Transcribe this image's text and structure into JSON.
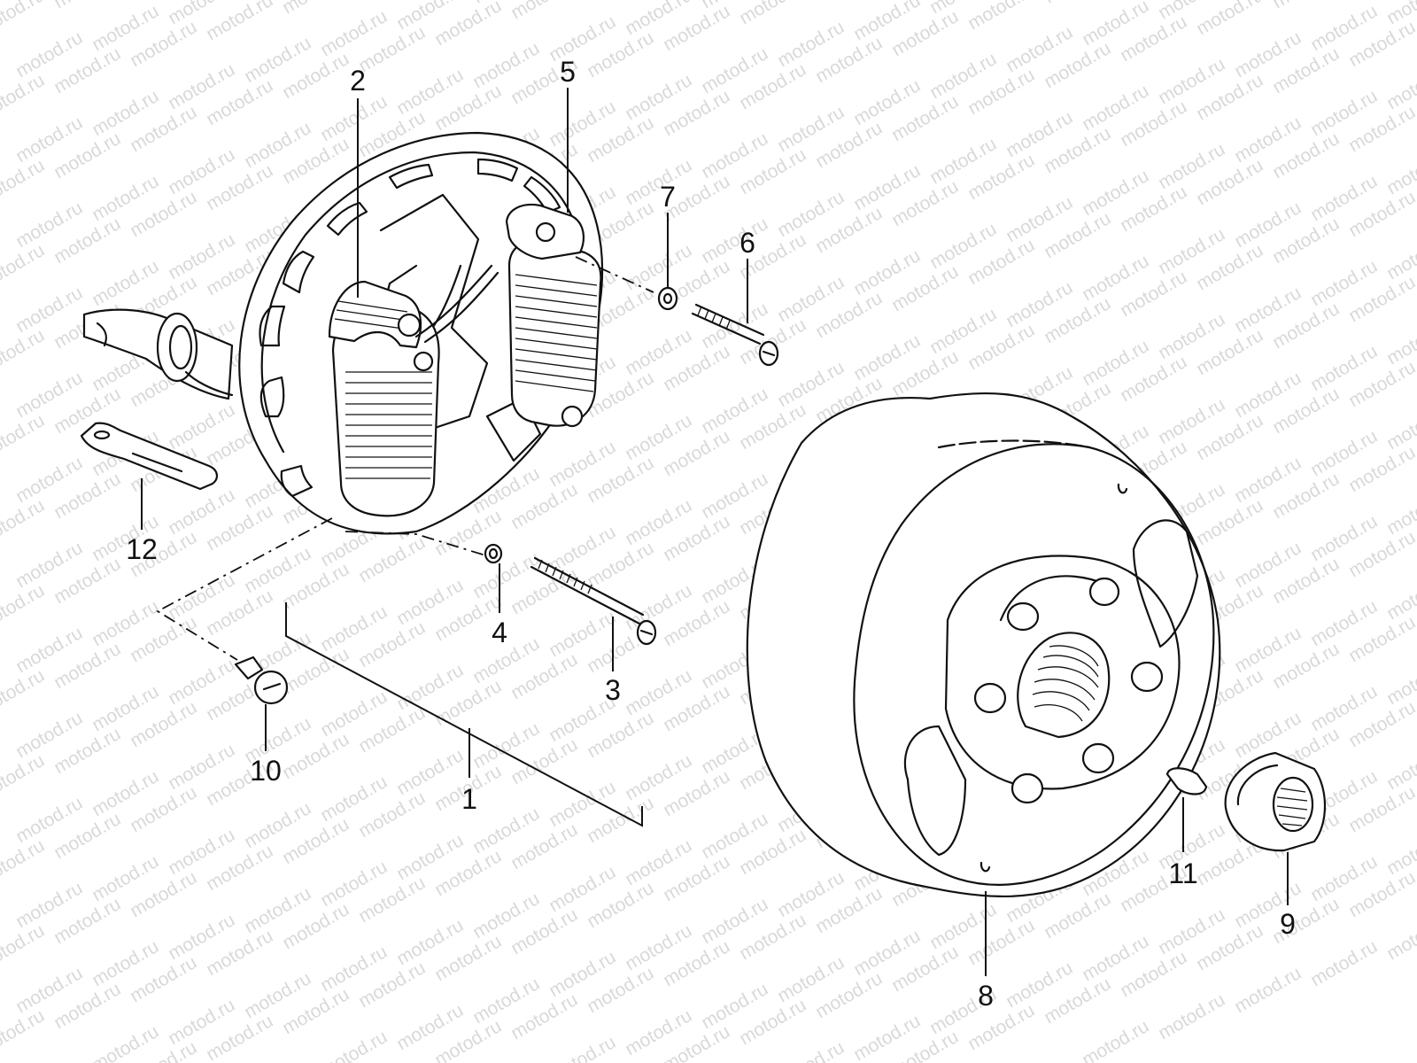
{
  "watermark": {
    "text": "motod.ru",
    "color": "#d9d9d9"
  },
  "callouts": [
    {
      "id": "1",
      "label": "1"
    },
    {
      "id": "2",
      "label": "2"
    },
    {
      "id": "3",
      "label": "3"
    },
    {
      "id": "4",
      "label": "4"
    },
    {
      "id": "5",
      "label": "5"
    },
    {
      "id": "6",
      "label": "6"
    },
    {
      "id": "7",
      "label": "7"
    },
    {
      "id": "8",
      "label": "8"
    },
    {
      "id": "9",
      "label": "9"
    },
    {
      "id": "10",
      "label": "10"
    },
    {
      "id": "11",
      "label": "11"
    },
    {
      "id": "12",
      "label": "12"
    }
  ],
  "parts": [
    {
      "name": "stator-plate-assembly"
    },
    {
      "name": "ignition-coil"
    },
    {
      "name": "coil-screw"
    },
    {
      "name": "coil-washer"
    },
    {
      "name": "charging-coil"
    },
    {
      "name": "charging-coil-screw"
    },
    {
      "name": "charging-coil-washer"
    },
    {
      "name": "flywheel-rotor"
    },
    {
      "name": "rotor-nut"
    },
    {
      "name": "stator-plate-screw"
    },
    {
      "name": "woodruff-key"
    },
    {
      "name": "wire-clamp"
    }
  ]
}
